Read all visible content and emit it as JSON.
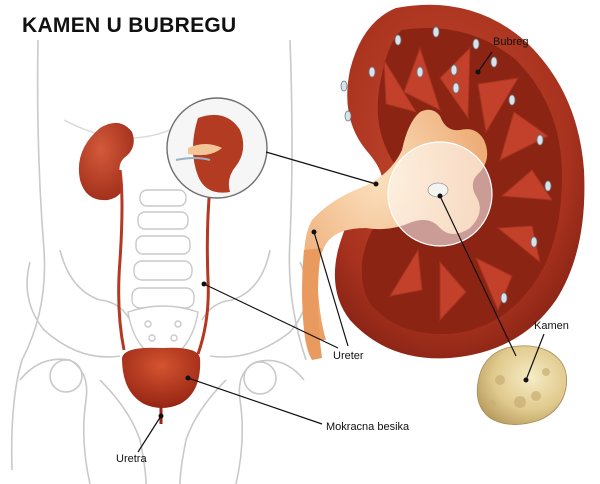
{
  "title": "KAMEN U BUBREGU",
  "labels": {
    "bubreg": "Bubreg",
    "ureter": "Ureter",
    "kamen": "Kamen",
    "mokracna_besika": "Mokracna besika",
    "uretra": "Uretra"
  },
  "colors": {
    "kidney_outer": "#a8321e",
    "kidney_inner": "#7a1a10",
    "medulla": "#c8462e",
    "pelvis": "#f0b582",
    "outline": "#c9c9c9",
    "stone": "#e2cf95",
    "magnifier": "#f2f2f2"
  }
}
